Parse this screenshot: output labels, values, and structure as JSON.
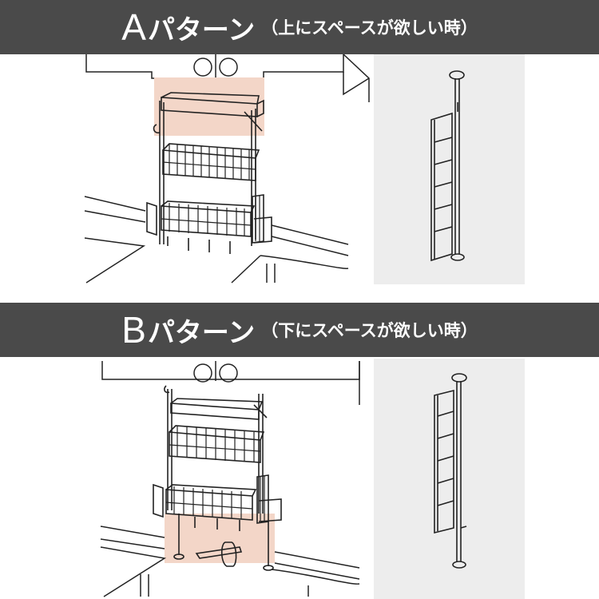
{
  "pattern_a": {
    "letter": "A",
    "title": "パターン",
    "note": "（上にスペースが欲しい時）"
  },
  "pattern_b": {
    "letter": "B",
    "title": "パターン",
    "note": "（下にスペースが欲しい時）"
  },
  "colors": {
    "banner": "#4a4a4a",
    "highlight": "#f3d6c8",
    "panel": "#ededed",
    "line": "#222222"
  }
}
